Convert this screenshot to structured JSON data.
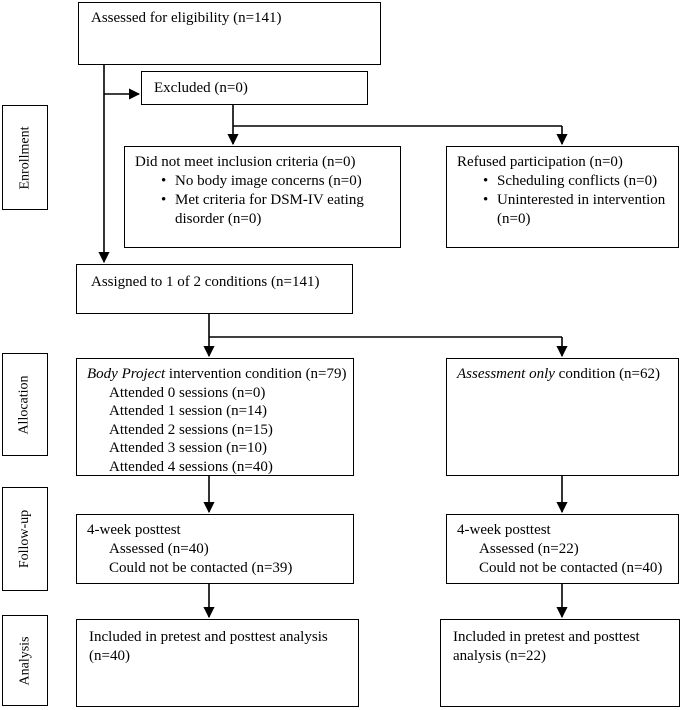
{
  "phases": [
    "Enrollment",
    "Allocation",
    "Follow-up",
    "Analysis"
  ],
  "assessed": "Assessed for eligibility (n=141)",
  "excluded": "Excluded (n=0)",
  "not_met": {
    "title": "Did not meet inclusion criteria (n=0)",
    "items": [
      "No body image concerns (n=0)",
      "Met criteria for DSM-IV eating",
      "disorder (n=0)"
    ]
  },
  "refused": {
    "title": "Refused participation (n=0)",
    "items": [
      "Scheduling conflicts (n=0)",
      "Uninterested in intervention",
      "(n=0)"
    ]
  },
  "assigned": "Assigned to 1 of 2 conditions (n=141)",
  "body_project": {
    "title_italic": "Body Project",
    "title_rest": " intervention condition (n=79)",
    "sessions": [
      "Attended 0 sessions (n=0)",
      "Attended 1 session (n=14)",
      "Attended 2 sessions (n=15)",
      "Attended 3 session (n=10)",
      "Attended 4 sessions (n=40)"
    ]
  },
  "assessment_only": {
    "title_italic": "Assessment only",
    "title_rest": " condition (n=62)"
  },
  "followup_left": {
    "title": "4-week posttest",
    "assessed": "Assessed (n=40)",
    "not_contacted": "Could not be contacted (n=39)"
  },
  "followup_right": {
    "title": "4-week posttest",
    "assessed": "Assessed (n=22)",
    "not_contacted": "Could not be contacted (n=40)"
  },
  "analysis_left": {
    "line1": "Included in pretest and posttest analysis",
    "line2": "(n=40)"
  },
  "analysis_right": {
    "line1": "Included in pretest and posttest",
    "line2": "analysis (n=22)"
  }
}
